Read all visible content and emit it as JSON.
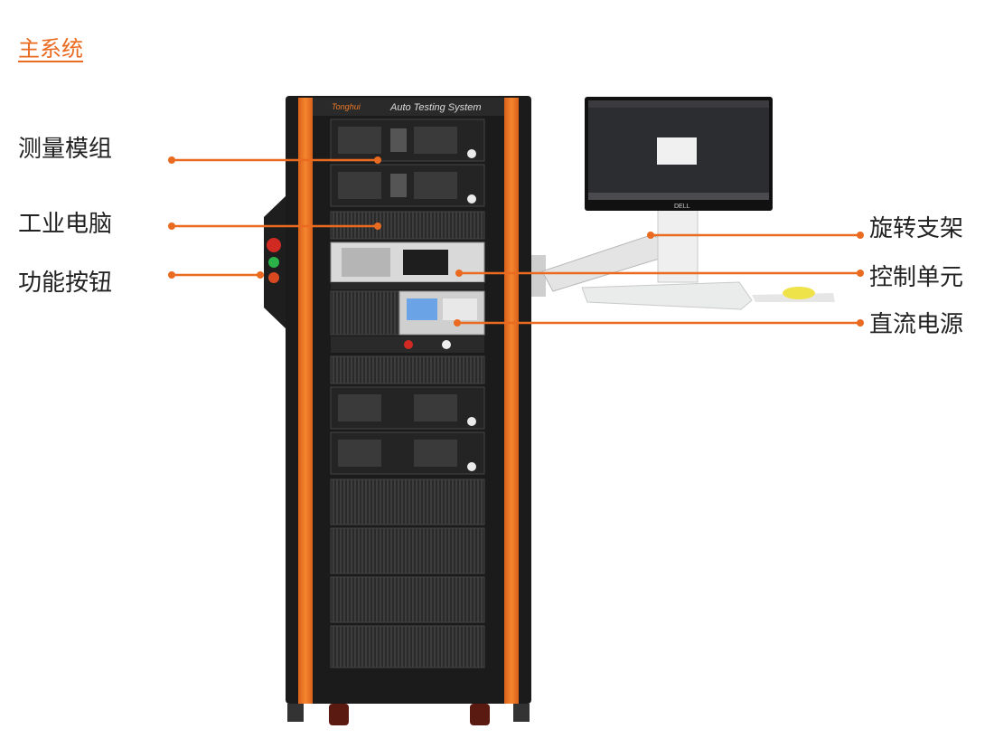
{
  "section_title": "主系统",
  "cabinet_header_logo": "Tonghui",
  "cabinet_header": "Auto Testing System",
  "monitor_brand": "DELL",
  "labels": {
    "measurement_module": "测量模组",
    "industrial_pc": "工业电脑",
    "function_buttons": "功能按钮",
    "swivel_bracket": "旋转支架",
    "control_unit": "控制单元",
    "dc_power": "直流电源"
  },
  "colors": {
    "accent": "#ea6a1f",
    "cabinet_dark": "#1b1b1b",
    "orange_rail": "#f07a26"
  },
  "icons": [
    "red-button-icon",
    "green-button-icon",
    "orange-button-icon"
  ]
}
